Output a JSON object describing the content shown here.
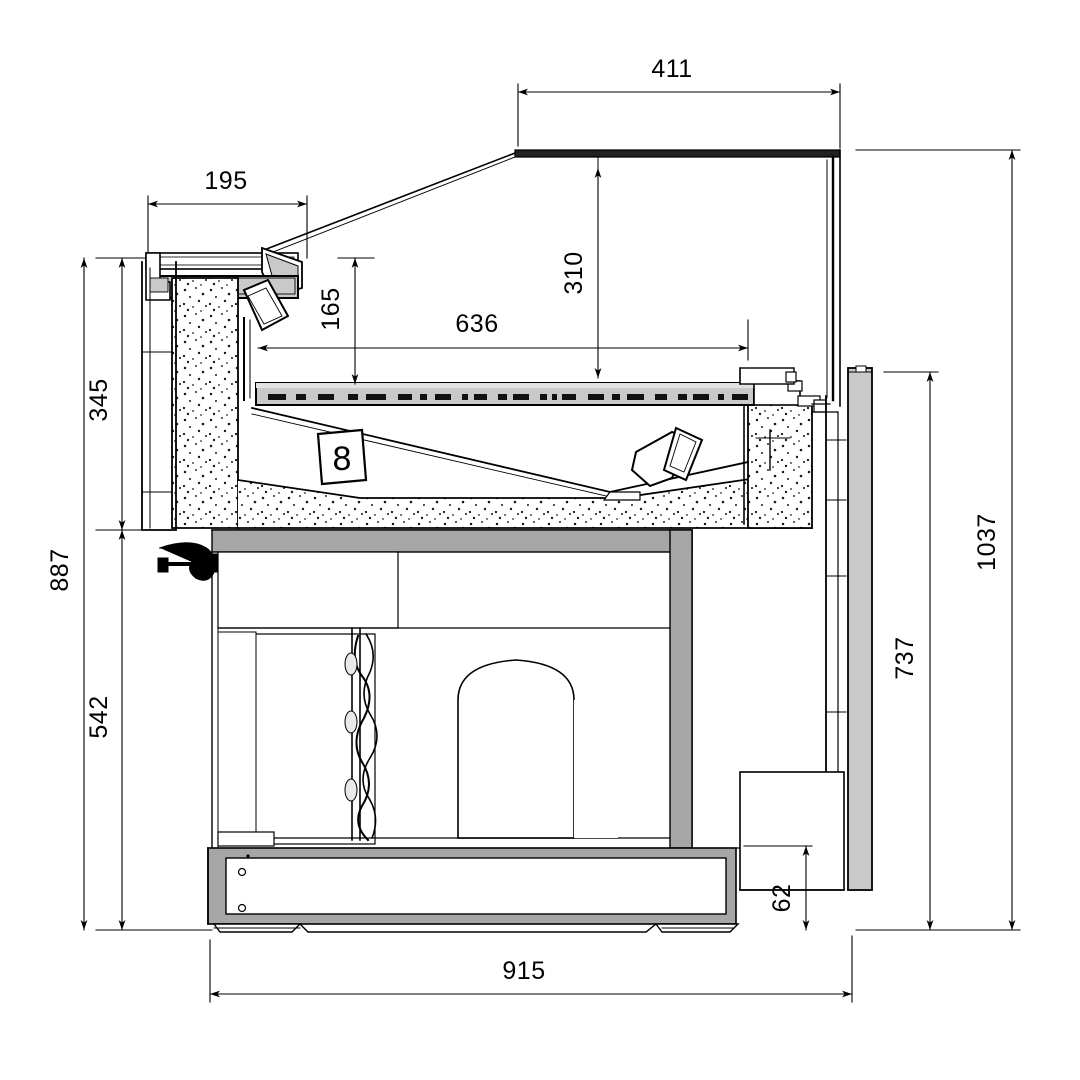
{
  "drawing": {
    "type": "technical-section-drawing",
    "subject": "Refrigerated serve-over display counter — vertical cross section",
    "units": "mm",
    "background_color": "#ffffff",
    "line_color": "#000000",
    "fill_insulation": "#ffffff",
    "fill_metal": "#c8c8c8",
    "fill_frame": "#a6a6a6"
  },
  "dimensions": {
    "top_width": {
      "label": "411",
      "orientation": "horizontal",
      "position": "top"
    },
    "upper_left_width": {
      "label": "195",
      "orientation": "horizontal",
      "position": "upper-left"
    },
    "canopy_height": {
      "label": "310",
      "orientation": "vertical",
      "position": "center-upper"
    },
    "front_opening_height": {
      "label": "165",
      "orientation": "vertical",
      "position": "left-of-center"
    },
    "deck_depth": {
      "label": "636",
      "orientation": "horizontal",
      "position": "center"
    },
    "upper_body_height": {
      "label": "345",
      "orientation": "vertical",
      "position": "left"
    },
    "lower_body_height": {
      "label": "542",
      "orientation": "vertical",
      "position": "left"
    },
    "overall_front_height": {
      "label": "887",
      "orientation": "vertical",
      "position": "far-left"
    },
    "rear_panel_height": {
      "label": "737",
      "orientation": "vertical",
      "position": "right"
    },
    "overall_height": {
      "label": "1037",
      "orientation": "vertical",
      "position": "far-right"
    },
    "plinth_height": {
      "label": "62",
      "orientation": "vertical",
      "position": "bottom-right"
    },
    "overall_depth": {
      "label": "915",
      "orientation": "horizontal",
      "position": "bottom"
    }
  },
  "callouts": [
    {
      "id": "item-8",
      "label": "8",
      "shape": "square-balloon"
    }
  ]
}
